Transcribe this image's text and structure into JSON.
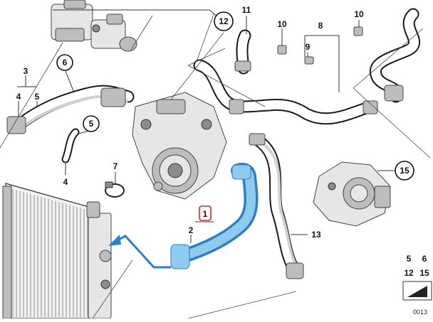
{
  "callouts": {
    "c1": "1",
    "c2": "2",
    "c3": "3",
    "c4a": "4",
    "c4b": "4",
    "c5a": "5",
    "c5b": "5",
    "c6": "6",
    "c7": "7",
    "c8": "8",
    "c9": "9",
    "c10a": "10",
    "c10b": "10",
    "c11": "11",
    "c12": "12",
    "c13": "13",
    "c15": "15"
  },
  "legend": {
    "row1": [
      "5",
      "6"
    ],
    "row2": [
      "12",
      "15"
    ]
  },
  "footer_code": "0013",
  "colors": {
    "highlight_fill": "#8ecbef",
    "highlight_stroke": "#2f7fc1",
    "arrow": "#2a7fd4",
    "highlight_box": "#d9262c"
  }
}
